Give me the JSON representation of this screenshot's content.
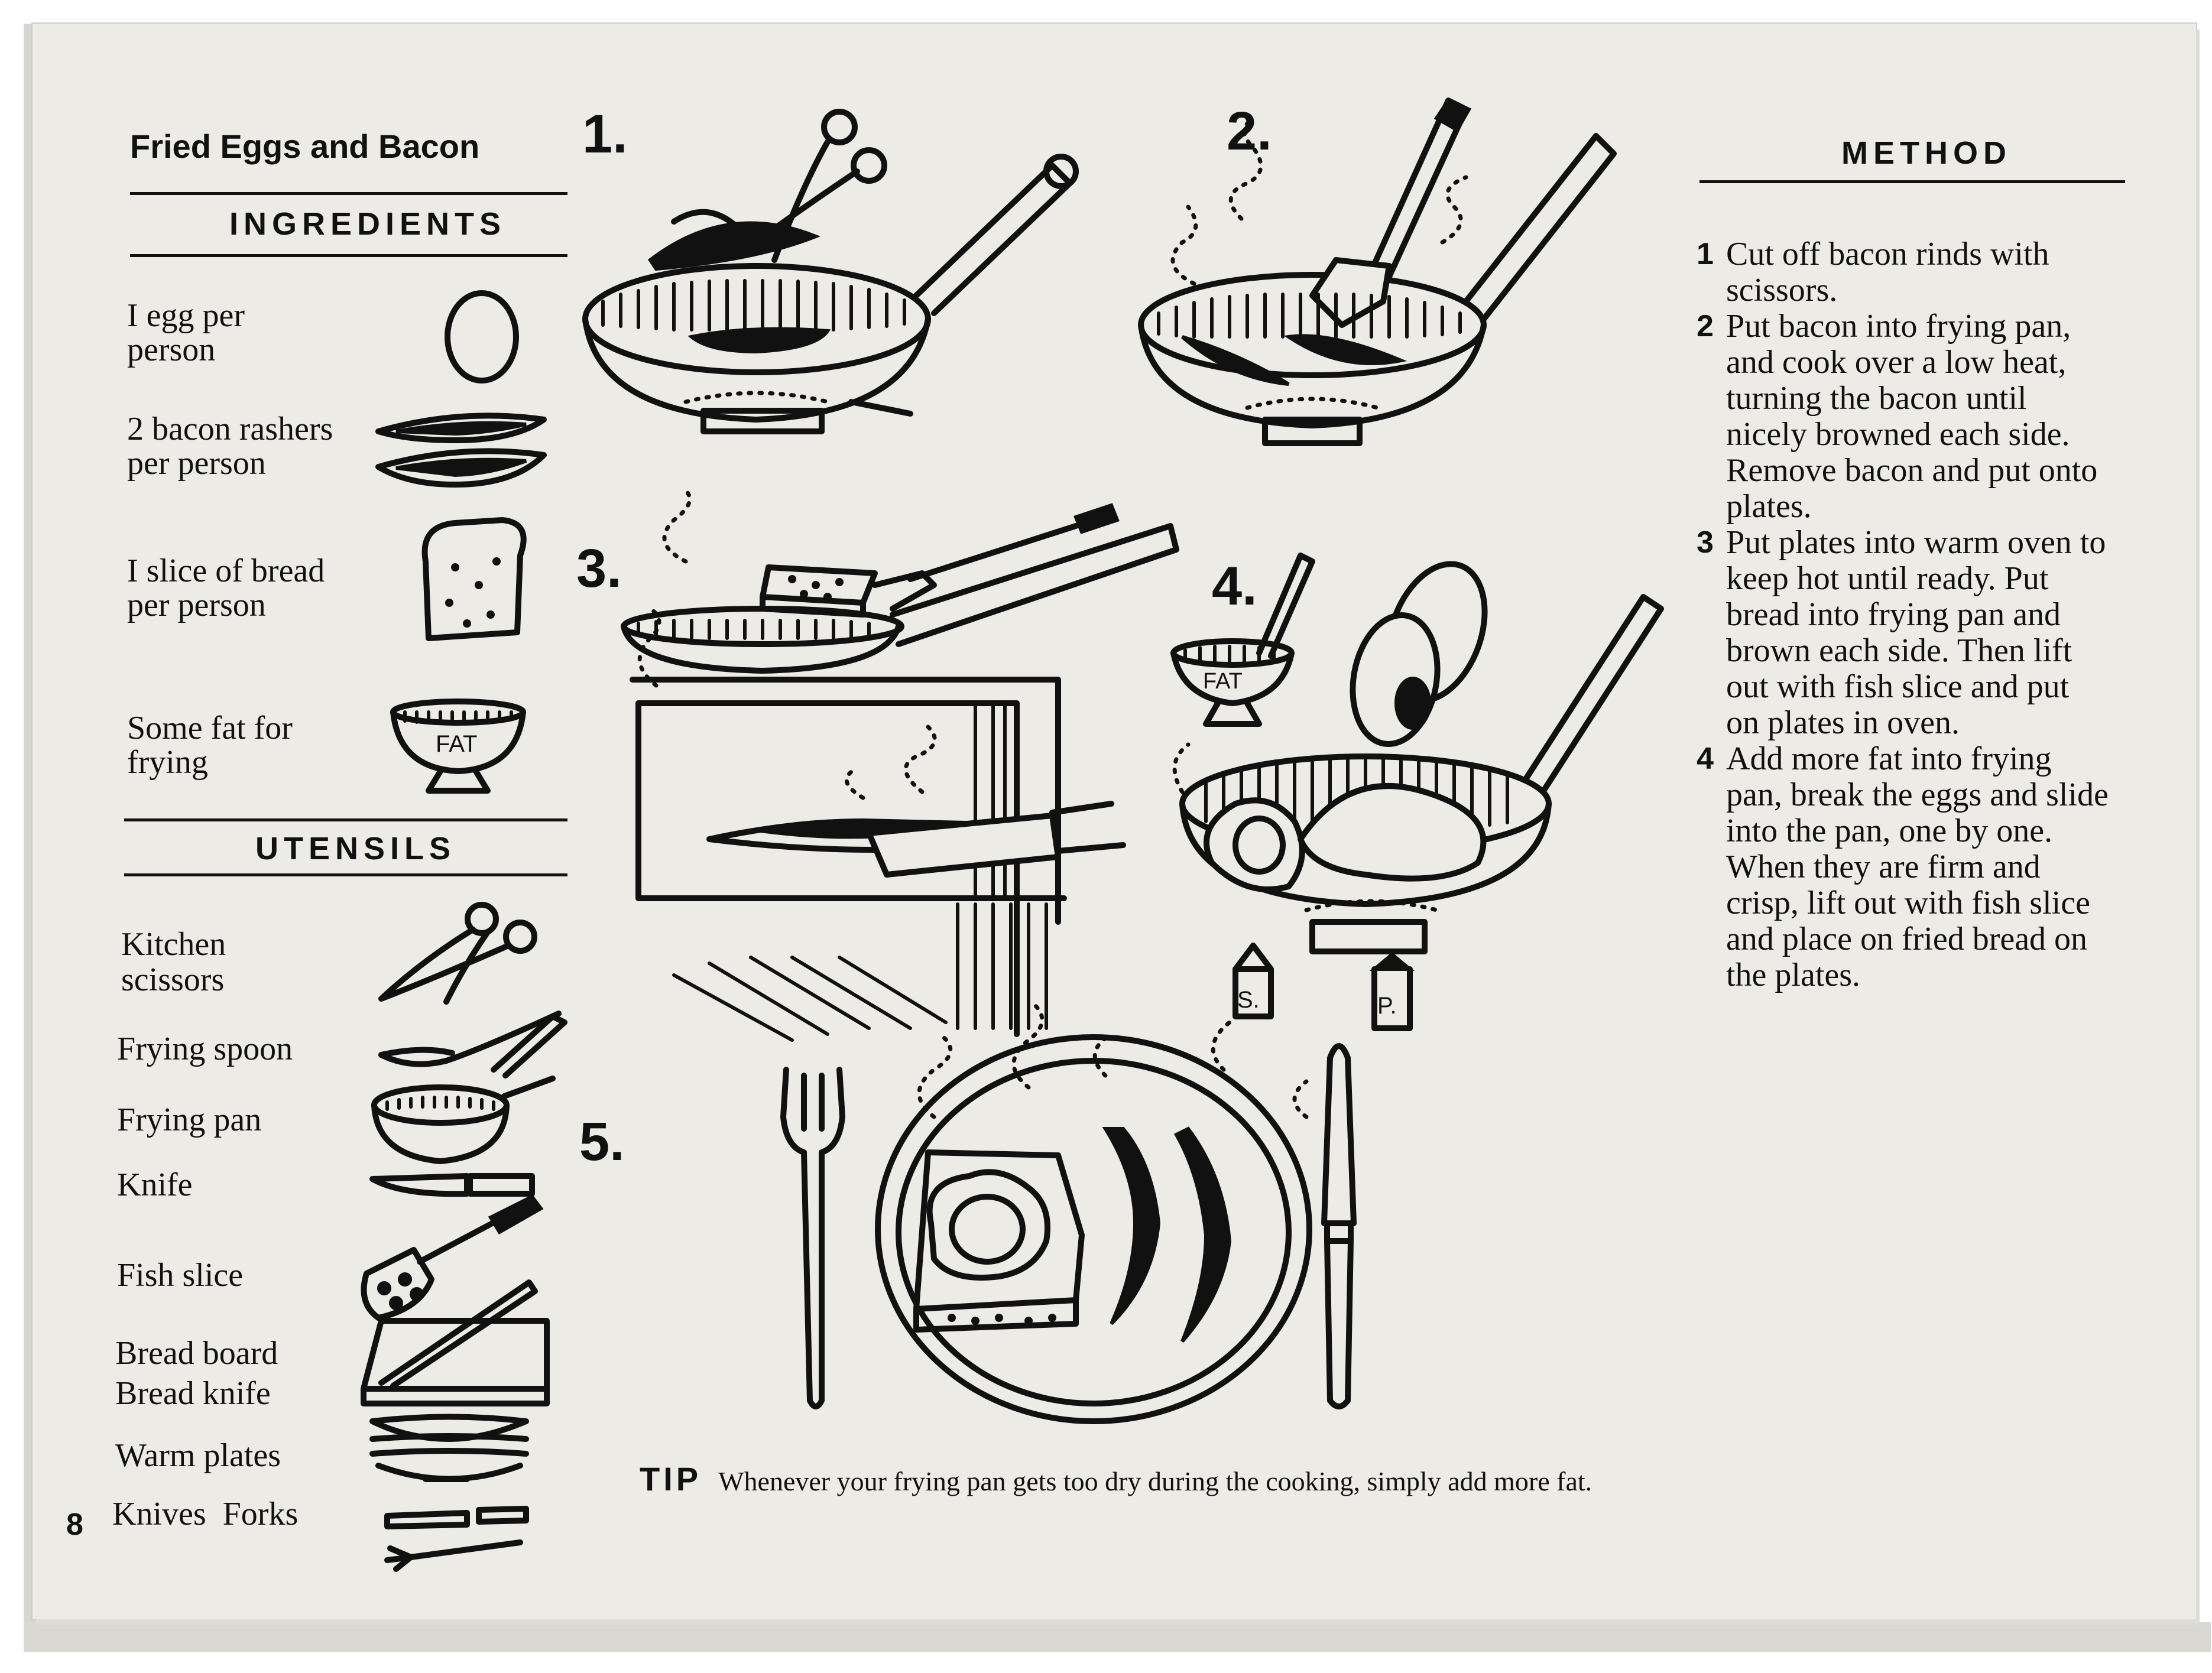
{
  "recipe": {
    "title": "Fried Eggs and Bacon",
    "ingredients_heading": "INGREDIENTS",
    "ingredients": [
      {
        "lines": [
          "I egg per",
          "person"
        ],
        "icon": "egg-icon"
      },
      {
        "lines": [
          "2 bacon rashers",
          "per person"
        ],
        "icon": "bacon-icon"
      },
      {
        "lines": [
          "I slice of bread",
          "per person"
        ],
        "icon": "bread-slice-icon"
      },
      {
        "lines": [
          "Some fat for",
          "frying"
        ],
        "icon": "fat-bowl-icon"
      }
    ],
    "fat_label": "FAT",
    "utensils_heading": "UTENSILS",
    "utensils": [
      {
        "lines": [
          "Kitchen",
          "scissors"
        ],
        "icon": "scissors-icon"
      },
      {
        "lines": [
          "Frying spoon"
        ],
        "icon": "spoon-icon"
      },
      {
        "lines": [
          "Frying pan"
        ],
        "icon": "frying-pan-icon"
      },
      {
        "lines": [
          "Knife"
        ],
        "icon": "knife-icon"
      },
      {
        "lines": [
          "Fish slice"
        ],
        "icon": "fish-slice-icon"
      },
      {
        "lines": [
          "Bread board",
          "Bread knife"
        ],
        "icon": "bread-board-icon"
      },
      {
        "lines": [
          "Warm plates"
        ],
        "icon": "plates-icon"
      },
      {
        "lines": [
          "Knives  Forks"
        ],
        "icon": "cutlery-icon"
      }
    ]
  },
  "illustration": {
    "step_labels": [
      "1.",
      "2.",
      "3.",
      "4.",
      "5."
    ],
    "salt_label": "S.",
    "pepper_label": "P."
  },
  "method": {
    "heading": "METHOD",
    "steps": [
      {
        "num": "1",
        "lines": [
          "Cut off bacon rinds with",
          "scissors."
        ]
      },
      {
        "num": "2",
        "lines": [
          "Put bacon into frying pan,",
          "and cook over a low heat,",
          "turning the bacon until",
          "nicely browned each side.",
          "Remove bacon and put onto",
          "plates."
        ]
      },
      {
        "num": "3",
        "lines": [
          "Put plates into warm oven to",
          "keep hot until ready. Put",
          "bread into frying pan and",
          "brown each side. Then lift",
          "out with fish slice and put",
          "on plates in oven."
        ]
      },
      {
        "num": "4",
        "lines": [
          "Add more fat into frying",
          "pan, break the eggs and slide",
          "into the pan, one by one.",
          "When they are firm and",
          "crisp, lift out with fish slice",
          "and place on fried bread on",
          "the plates."
        ]
      }
    ]
  },
  "tip": {
    "label": "TIP",
    "text": "Whenever your frying pan gets too dry during the cooking, simply add more fat."
  },
  "page_number": "8"
}
